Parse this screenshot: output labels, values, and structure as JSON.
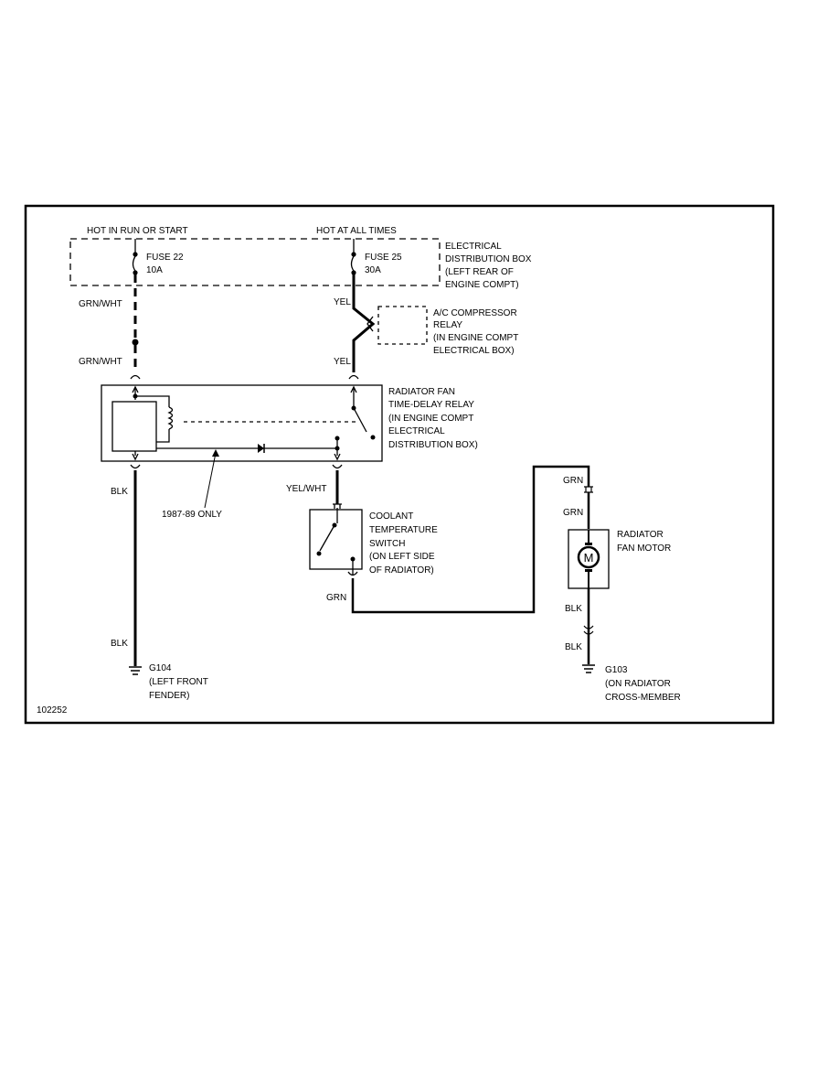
{
  "diagram": {
    "id": "102252",
    "headers": {
      "run_start": "HOT IN RUN OR START",
      "all_times": "HOT AT ALL TIMES"
    },
    "fuse22": {
      "name": "FUSE 22",
      "rating": "10A"
    },
    "fuse25": {
      "name": "FUSE 25",
      "rating": "30A"
    },
    "dist_box": [
      "ELECTRICAL",
      "DISTRIBUTION BOX",
      "(LEFT REAR OF",
      "ENGINE COMPT)"
    ],
    "ac_relay": [
      "A/C COMPRESSOR",
      "RELAY",
      "(IN ENGINE COMPT",
      "ELECTRICAL BOX)"
    ],
    "fan_relay": [
      "RADIATOR FAN",
      "TIME-DELAY RELAY",
      "(IN ENGINE COMPT",
      "ELECTRICAL",
      "DISTRIBUTION BOX)"
    ],
    "coolant_switch": [
      "COOLANT",
      "TEMPERATURE",
      "SWITCH",
      "(ON LEFT SIDE",
      "OF RADIATOR)"
    ],
    "fan_motor": [
      "RADIATOR",
      "FAN MOTOR"
    ],
    "motor_symbol": "M",
    "note": "1987-89 ONLY",
    "ground_g104": [
      "G104",
      "(LEFT FRONT",
      "FENDER)"
    ],
    "ground_g103": [
      "G103",
      "(ON RADIATOR",
      "CROSS-MEMBER"
    ],
    "wires": {
      "grn_wht_1": "GRN/WHT",
      "grn_wht_2": "GRN/WHT",
      "yel_1": "YEL",
      "yel_2": "YEL",
      "blk_1": "BLK",
      "blk_2": "BLK",
      "yel_wht": "YEL/WHT",
      "grn_switch": "GRN",
      "grn_motor_1": "GRN",
      "grn_motor_2": "GRN",
      "blk_motor_1": "BLK",
      "blk_motor_2": "BLK"
    }
  }
}
